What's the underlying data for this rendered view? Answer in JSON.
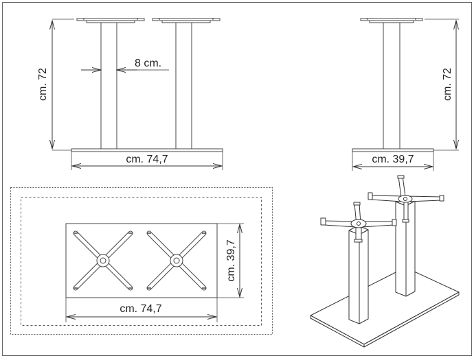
{
  "front_view": {
    "height_label": "cm. 72",
    "column_width_label": "8 cm.",
    "width_label": "cm. 74,7"
  },
  "side_view": {
    "height_label": "cm. 72",
    "depth_label": "cm. 39,7"
  },
  "plan_view": {
    "width_label": "cm. 74,7",
    "depth_label": "cm. 39,7"
  }
}
